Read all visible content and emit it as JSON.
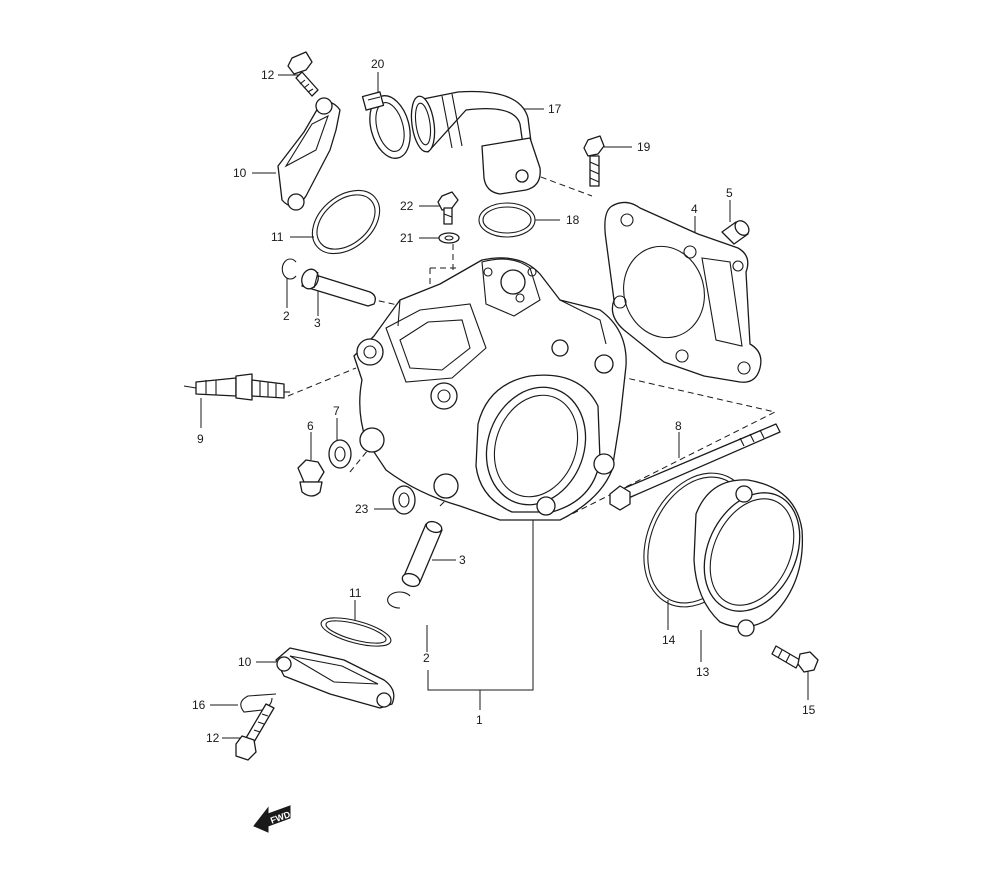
{
  "callouts": {
    "c1": "1",
    "c2a": "2",
    "c2b": "2",
    "c3a": "3",
    "c3b": "3",
    "c4": "4",
    "c5": "5",
    "c6": "6",
    "c7": "7",
    "c8": "8",
    "c9": "9",
    "c10a": "10",
    "c10b": "10",
    "c11a": "11",
    "c11b": "11",
    "c12a": "12",
    "c12b": "12",
    "c13": "13",
    "c14": "14",
    "c15": "15",
    "c16": "16",
    "c17": "17",
    "c18": "18",
    "c19": "19",
    "c20": "20",
    "c21": "21",
    "c22": "22",
    "c23": "23"
  },
  "fwd_label": "FWD"
}
